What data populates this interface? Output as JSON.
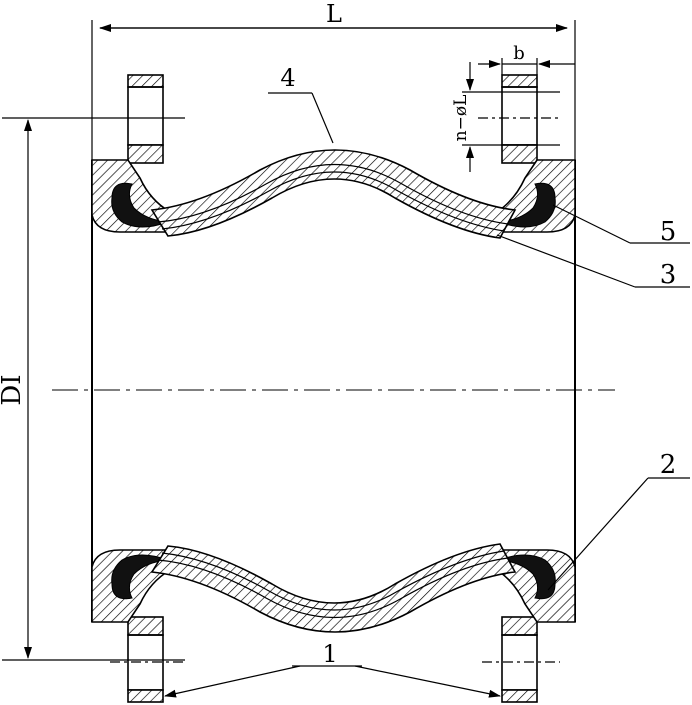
{
  "dimensions": {
    "length": "L",
    "inner_diameter": "DI",
    "flange_thickness": "b",
    "bolt_holes": "n−øL"
  },
  "part_numbers": {
    "p1": "1",
    "p2": "2",
    "p3": "3",
    "p4": "4",
    "p5": "5"
  }
}
